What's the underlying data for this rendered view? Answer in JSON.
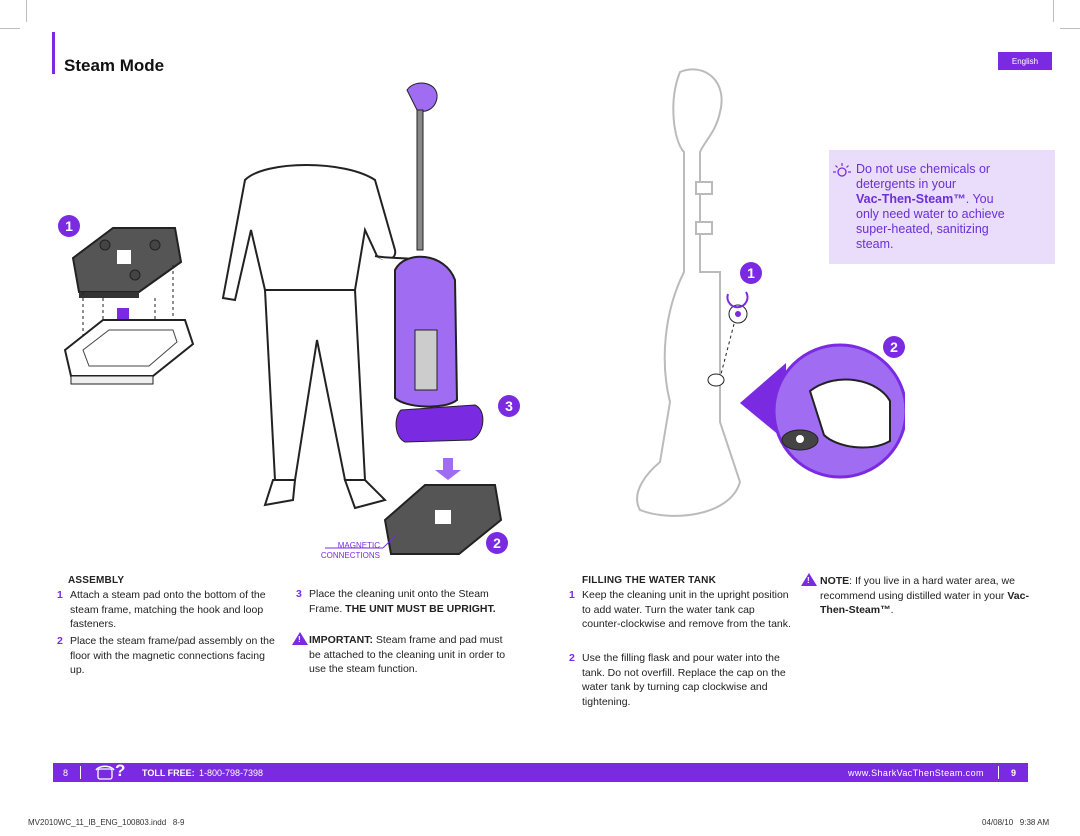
{
  "header": {
    "title": "Steam Mode",
    "language": "English"
  },
  "left_figure": {
    "step_markers": [
      "1",
      "2",
      "3"
    ],
    "magnetic_label_line1": "MAGNETIC",
    "magnetic_label_line2": "CONNECTIONS"
  },
  "right_figure": {
    "step_markers": [
      "1",
      "2"
    ]
  },
  "tip": {
    "line1": "Do not use chemicals or",
    "line2": "detergents in your",
    "brand": "Vac-Then-Steam™",
    "line3_suffix": ". You",
    "line4": "only need water to achieve",
    "line5": "super-heated, sanitizing",
    "line6": "steam."
  },
  "assembly": {
    "heading": "ASSEMBLY",
    "steps": [
      {
        "num": "1",
        "text": "Attach a steam pad onto the bottom of the steam frame, matching the hook and loop fasteners."
      },
      {
        "num": "2",
        "text": "Place the steam frame/pad assembly on the floor with the magnetic connections facing up."
      },
      {
        "num": "3",
        "text_a": "Place the cleaning unit onto the Steam Frame. ",
        "text_b": "THE UNIT MUST BE UPRIGHT."
      }
    ],
    "important_label": "IMPORTANT:",
    "important_text": " Steam frame and pad must be attached to the cleaning unit in order to use the steam function."
  },
  "filling": {
    "heading": "FILLING THE WATER TANK",
    "steps": [
      {
        "num": "1",
        "text": "Keep the cleaning unit in the upright position to add water. Turn the water tank cap counter-clockwise and remove from the tank."
      },
      {
        "num": "2",
        "text": "Use the filling flask and pour water into the tank. Do not overfill. Replace the cap on the water tank by turning cap clockwise and tightening."
      }
    ],
    "note_label": "NOTE",
    "note_text": ": If you live in a hard water area, we recommend using distilled water in your ",
    "note_brand": "Vac-Then-Steam™",
    "note_end": "."
  },
  "footer": {
    "page_left": "8",
    "toll_free_label": "TOLL FREE:",
    "toll_free_number": "1-800-798-7398",
    "website": "www.SharkVacThenSteam.com",
    "page_right": "9"
  },
  "print_meta": {
    "file": "MV2010WC_11_IB_ENG_100803.indd   8-9",
    "datetime": "04/08/10   9:38 AM"
  },
  "colors": {
    "accent": "#7a2be2",
    "tip_bg": "#e9ddfb"
  }
}
